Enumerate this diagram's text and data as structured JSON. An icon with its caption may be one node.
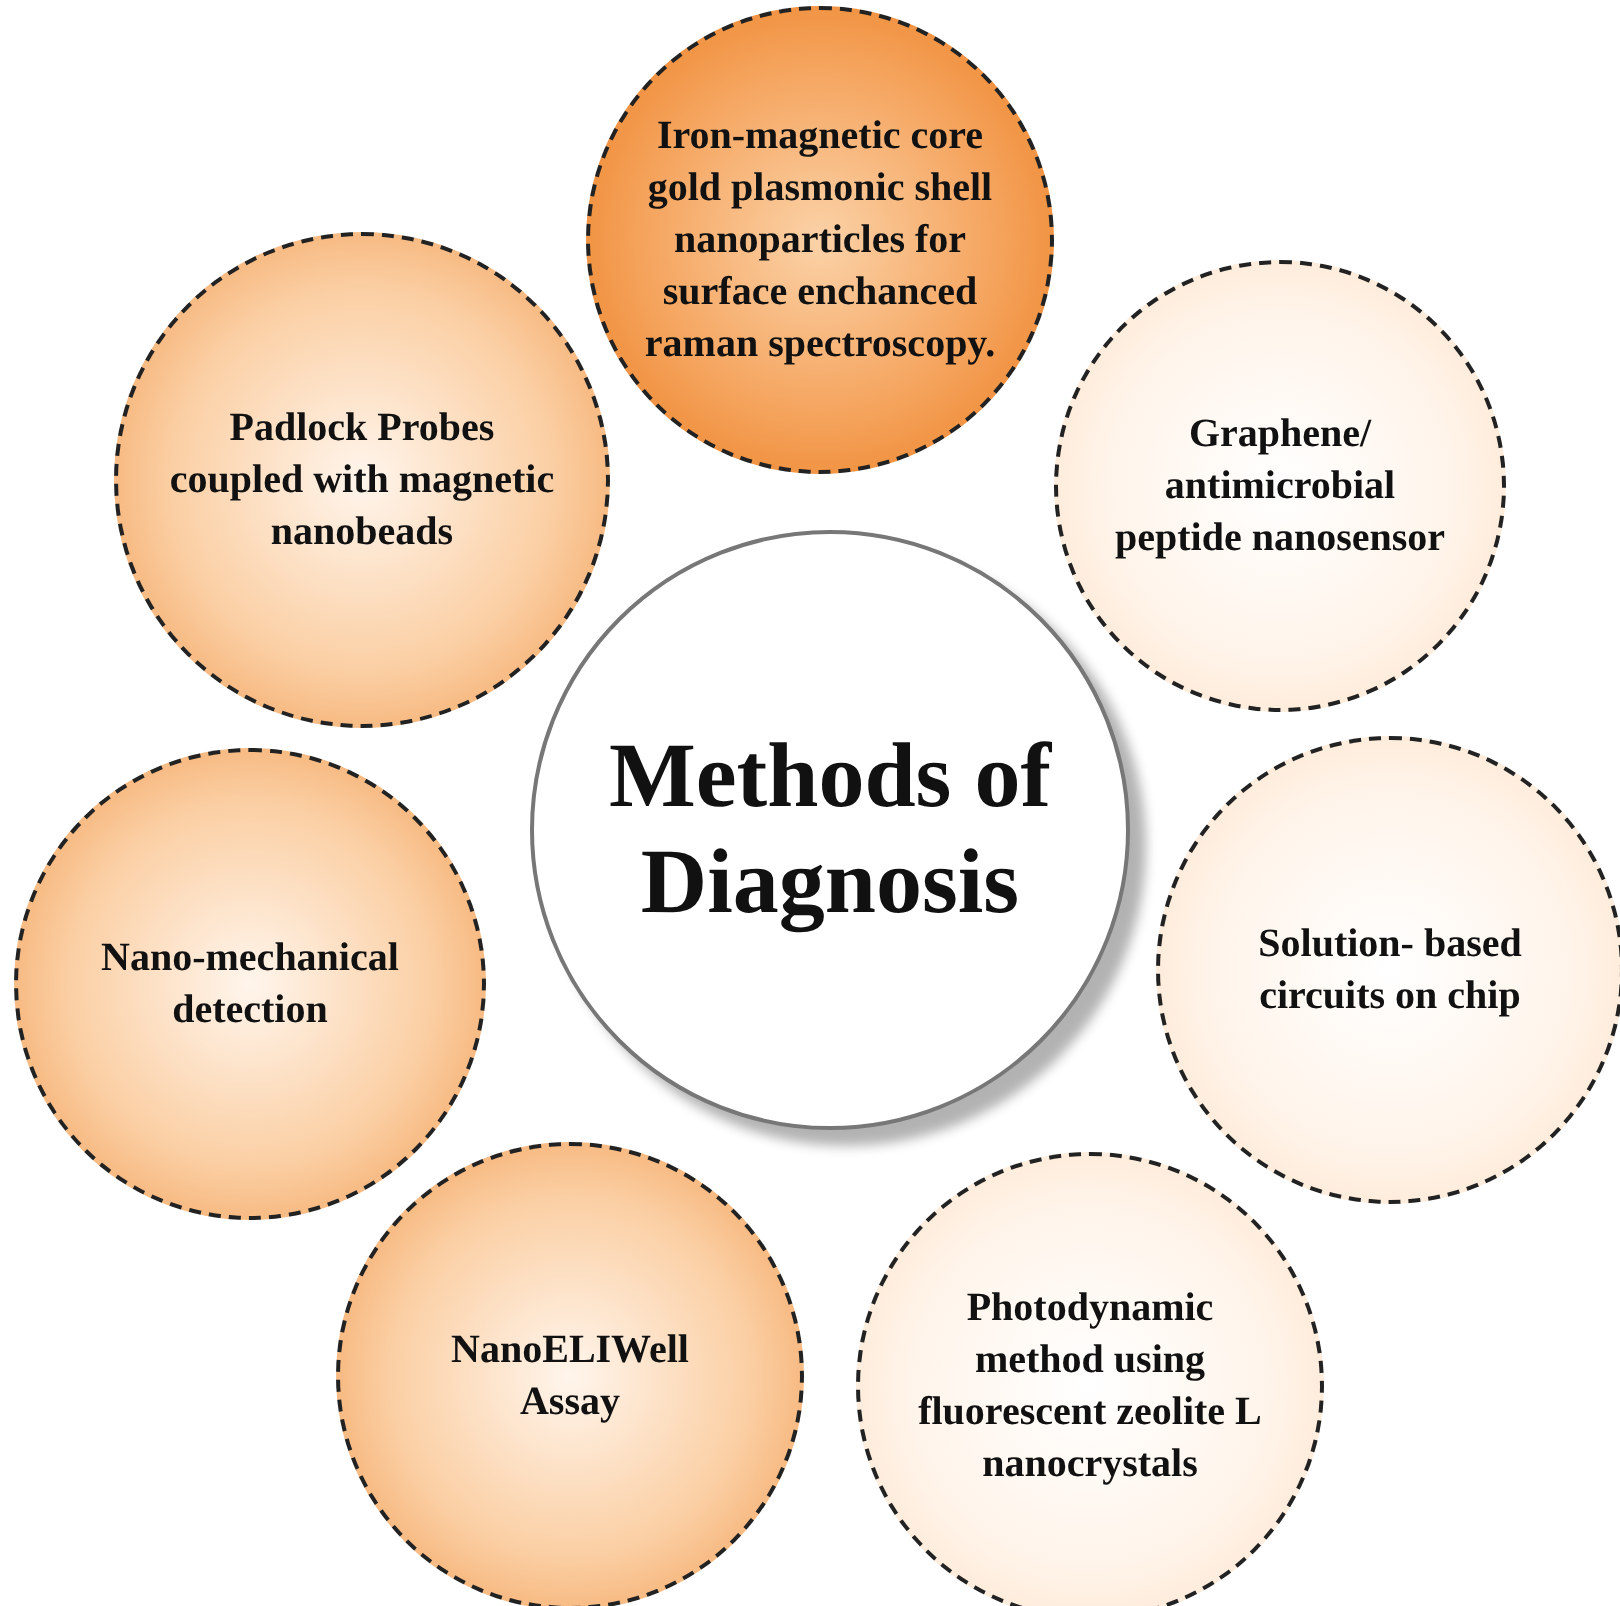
{
  "diagram": {
    "nodes": [
      {
        "text": [
          "Iron-magnetic core gold plasmonic shell nanoparticles for surface enchanced raman spectroscopy."
        ]
      },
      {
        "text": [
          "Padlock Probes coupled with magnetic nanobeads"
        ]
      },
      {
        "text": [
          "Graphene/ antimicrobial peptide nanosensor"
        ]
      },
      {
        "text": [
          "Methods of Diagnosis"
        ]
      },
      {
        "text": [
          "Nano-mechanical detection"
        ]
      },
      {
        "text": [
          "Solution- based circuits on chip"
        ]
      },
      {
        "text": [
          "NanoELIWell Assay"
        ]
      },
      {
        "text": [
          "Photodynamic method using fluorescent zeolite L nanocrystals"
        ]
      }
    ]
  }
}
